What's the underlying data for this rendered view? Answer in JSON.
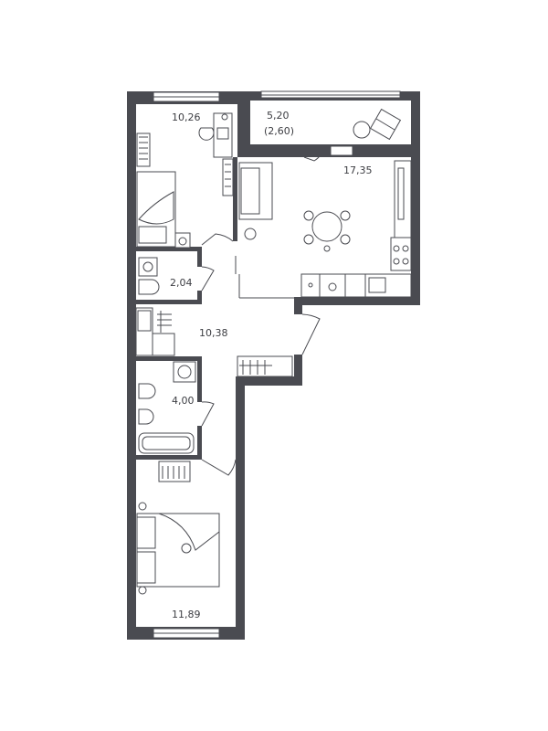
{
  "rooms": {
    "bedroom_top": {
      "area": "10,26"
    },
    "balcony": {
      "area": "5,20",
      "area_reduced": "(2,60)"
    },
    "kitchen_living": {
      "area": "17,35"
    },
    "wc": {
      "area": "2,04"
    },
    "hall": {
      "area": "10,38"
    },
    "bathroom": {
      "area": "4,00"
    },
    "bedroom_bottom": {
      "area": "11,89"
    }
  },
  "colors": {
    "wall": "#4a4b51",
    "background": "#ffffff"
  }
}
